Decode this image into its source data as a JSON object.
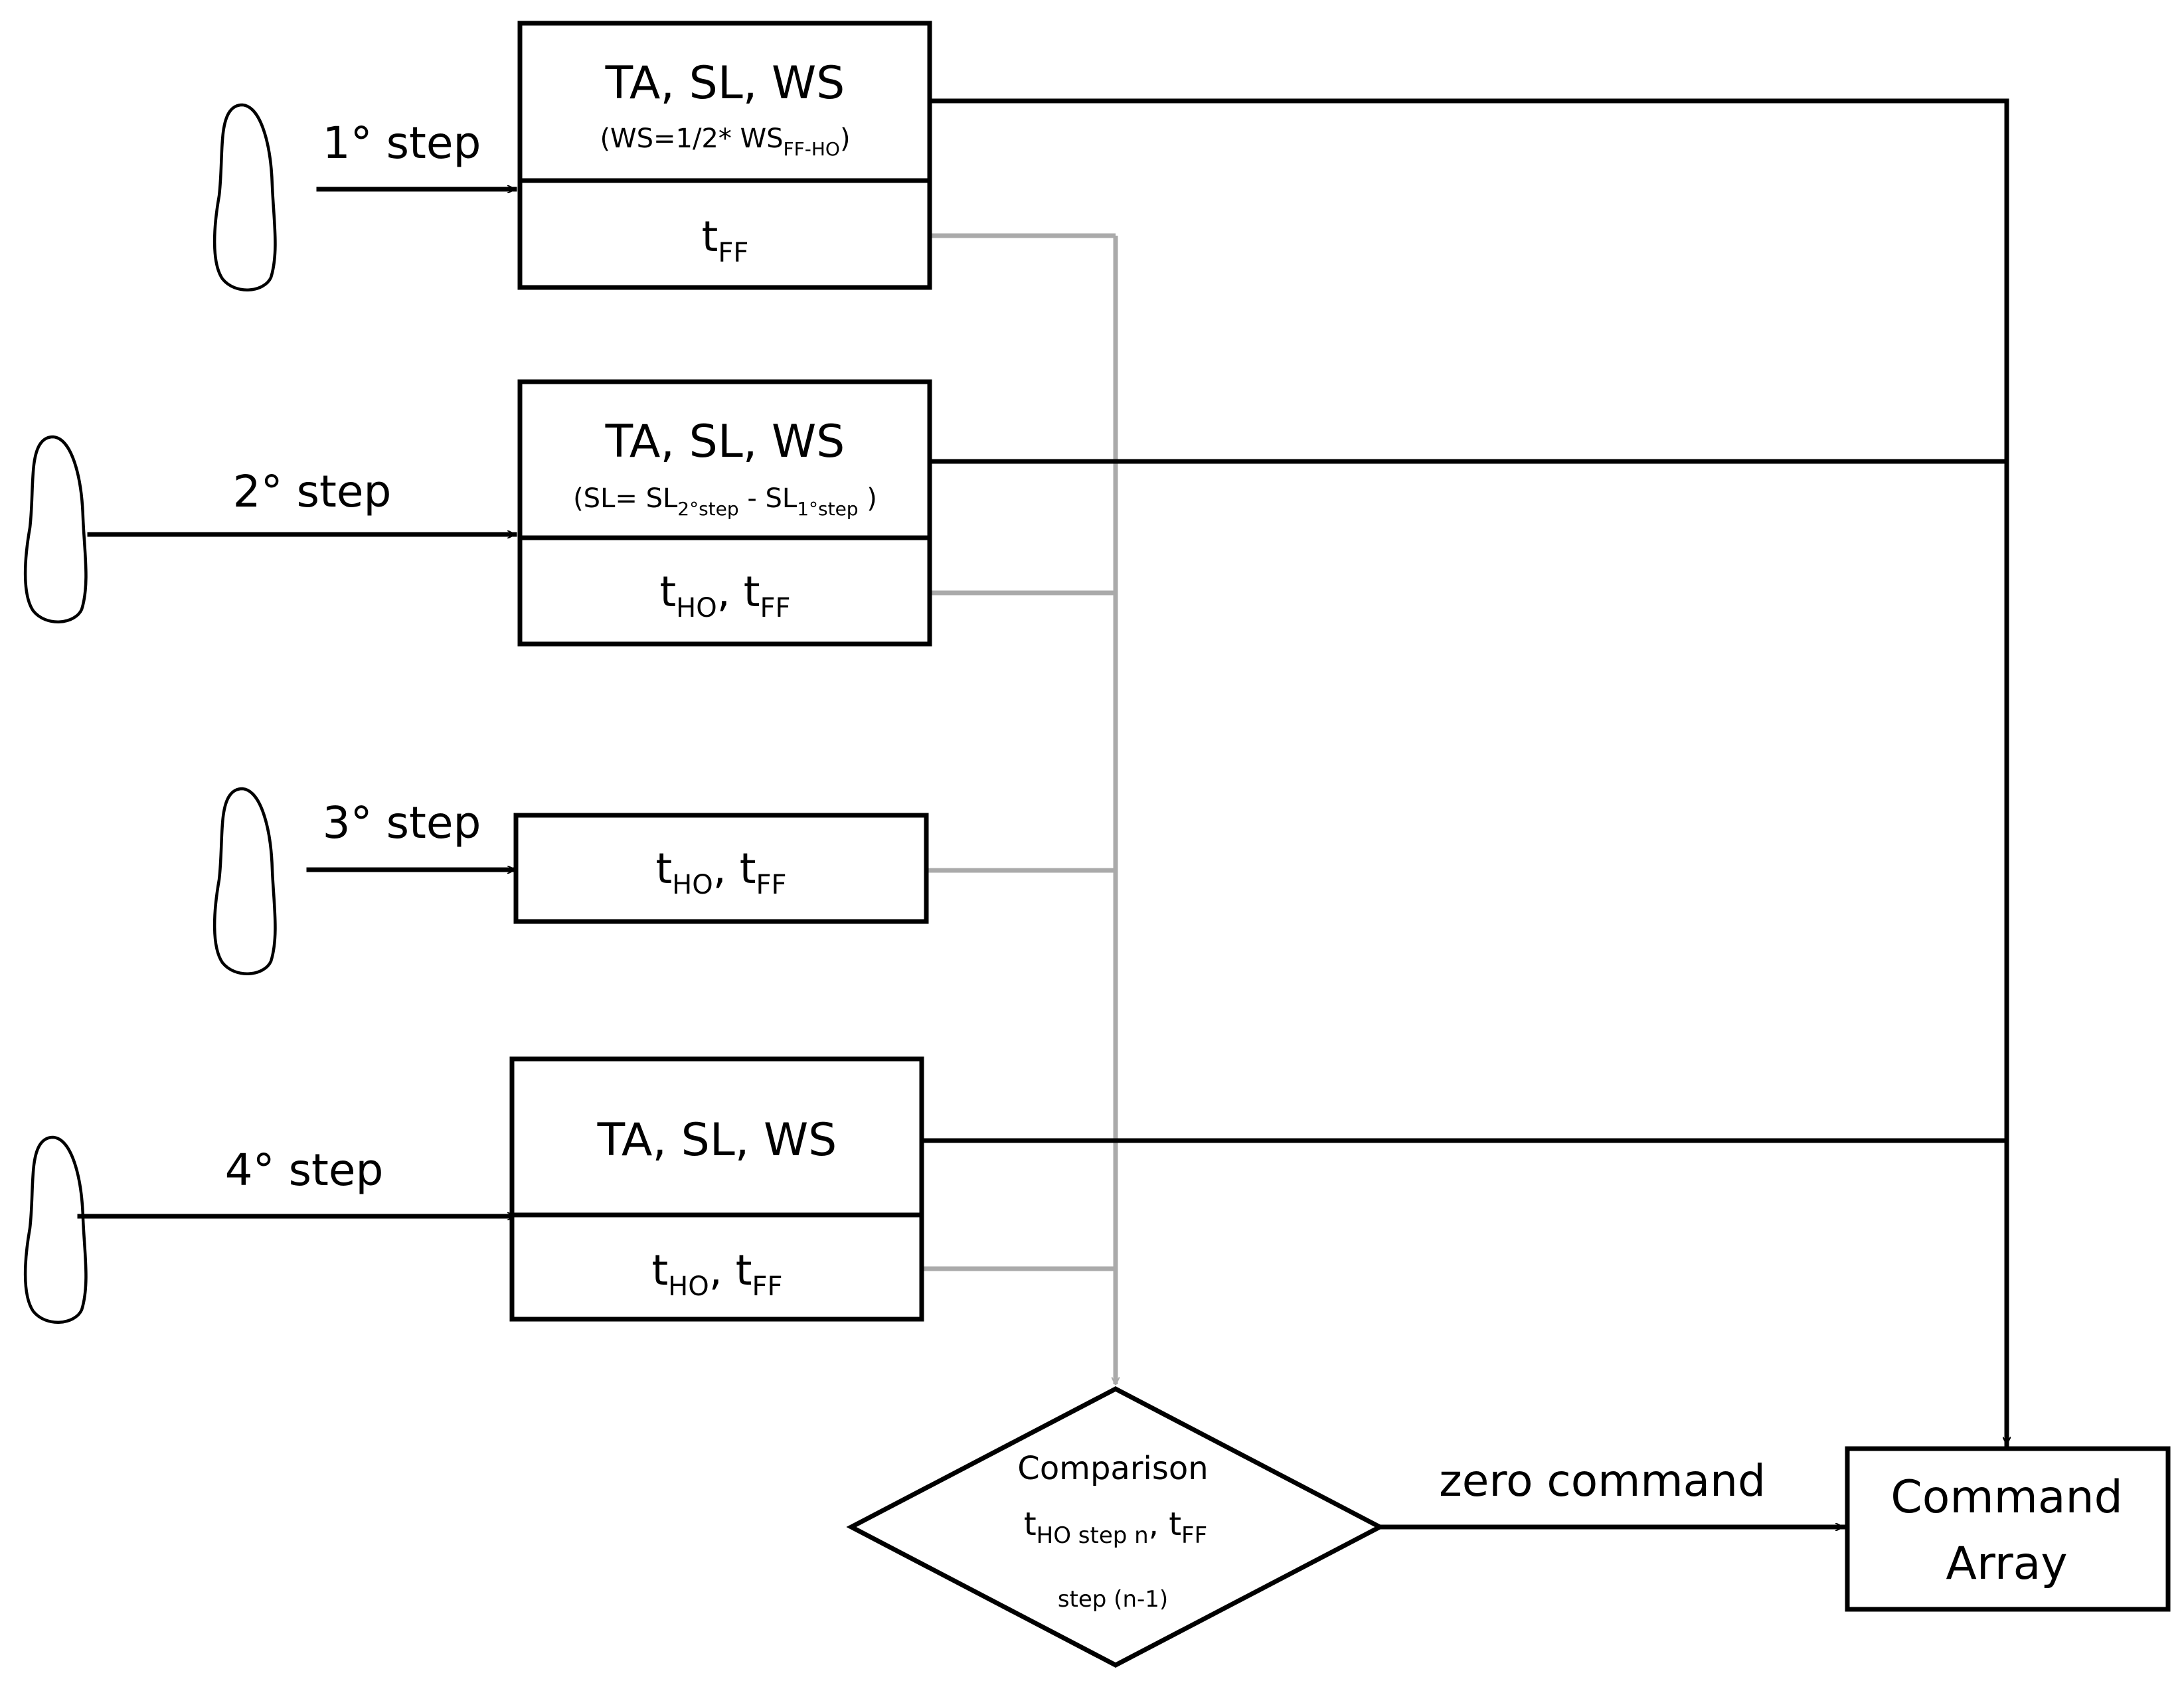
{
  "steps": [
    {
      "label": "1° step"
    },
    {
      "label": "2° step"
    },
    {
      "label": "3° step"
    },
    {
      "label": "4° step"
    }
  ],
  "boxes": {
    "b1_top": "TA, SL, WS",
    "b1_note_open": "(WS=1/2* WS",
    "b1_note_sub": "FF-HO",
    "b1_note_close": ")",
    "b1_t": "t",
    "b1_t_sub": "FF",
    "b2_top": "TA, SL, WS",
    "b2_note_a": "(SL= SL",
    "b2_note_a_sub": "2°step",
    "b2_note_b": " - SL",
    "b2_note_b_sub": "1°step",
    "b2_note_c": " )",
    "t_ho": "t",
    "t_ho_sub": "HO",
    "comma_t": ", t",
    "t_ff_sub": "FF",
    "b4_top": "TA, SL, WS"
  },
  "comparison": {
    "title": "Comparison",
    "t1": "t",
    "t1_sub": "HO step n",
    "t2": ", t",
    "t2_sub": "FF",
    "line3": "step (n-1)"
  },
  "zero_command": "zero command",
  "command_array": {
    "line1": "Command",
    "line2": "Array"
  },
  "colors": {
    "feedback_line": "#aaaaaa",
    "main_line": "#000000"
  }
}
